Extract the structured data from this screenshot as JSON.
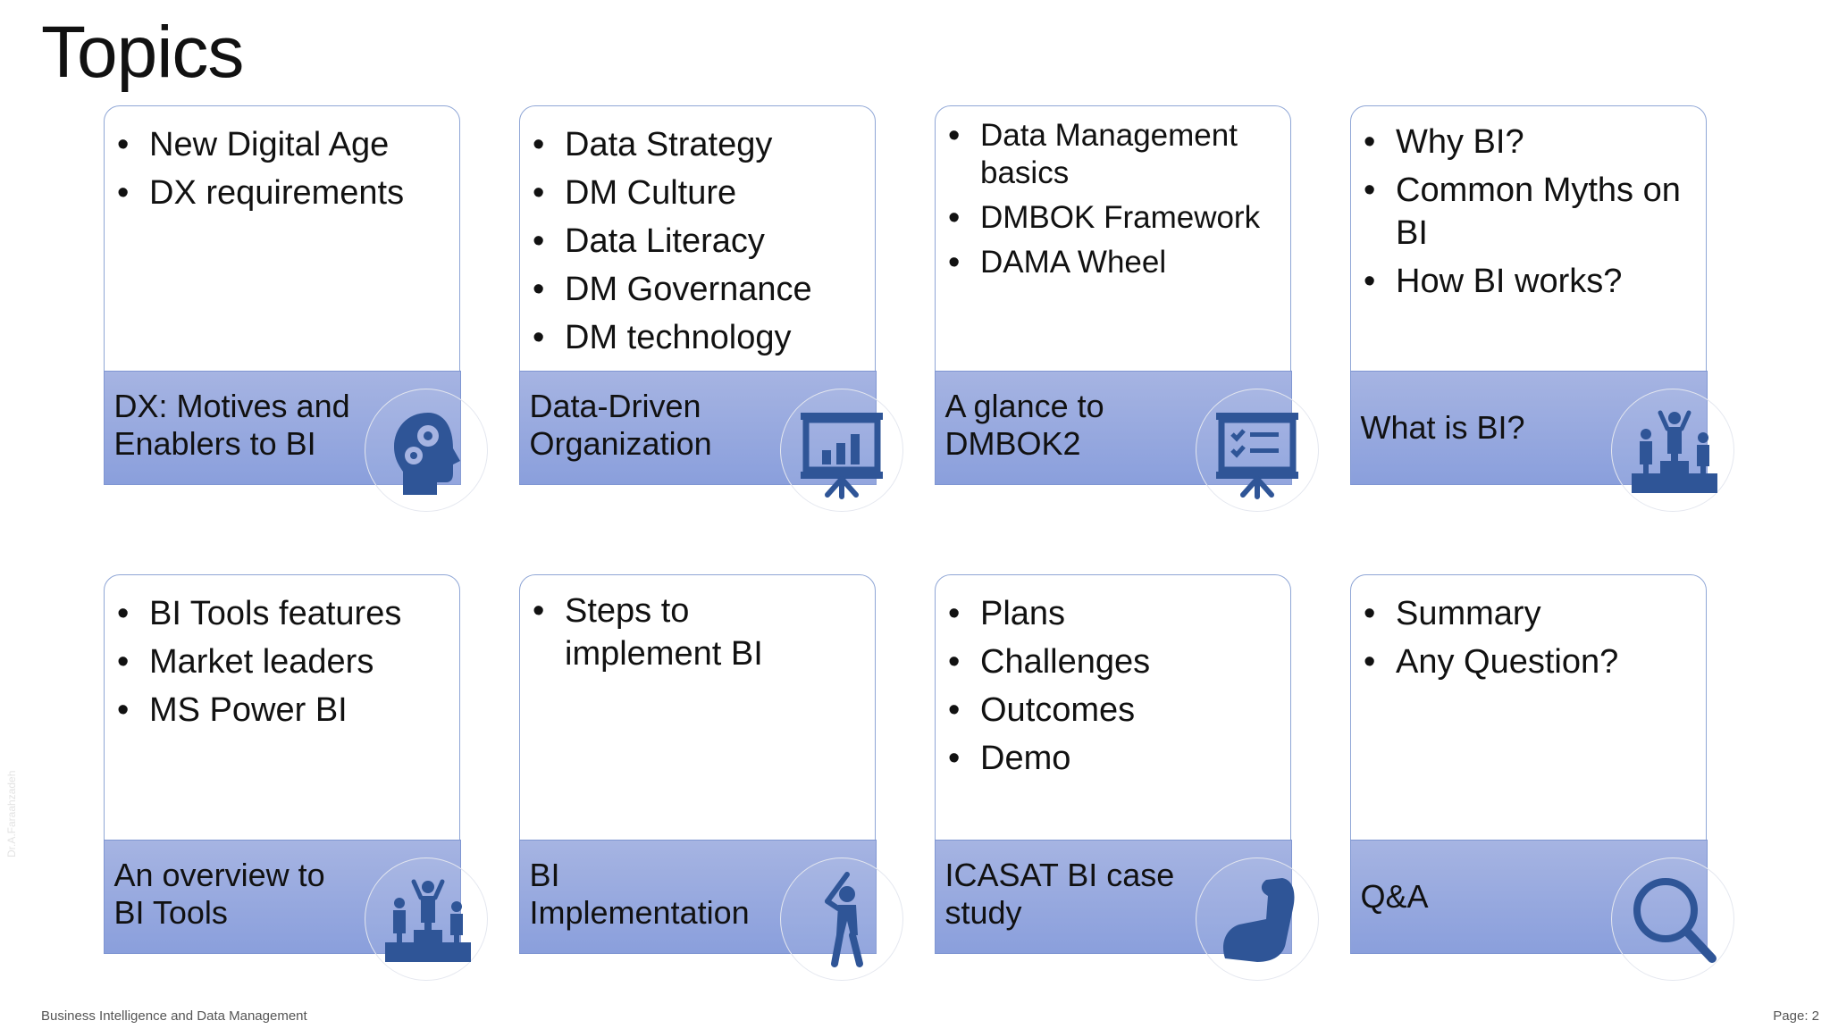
{
  "slide": {
    "title": "Topics",
    "footer_left": "Business Intelligence and Data Management",
    "footer_right": "Page: 2",
    "watermark": "Dr.A.Faraahzadeh"
  },
  "theme": {
    "accent": "#2f5597",
    "footer_band_top": "#a6b4e2",
    "footer_band_bottom": "#8a9fdc",
    "card_border": "#8fa6d6"
  },
  "cards": [
    {
      "topics": [
        "New Digital Age",
        "DX requirements"
      ],
      "label": "DX: Motives and\nEnablers to BI",
      "icon": "head-gears-icon"
    },
    {
      "topics": [
        "Data Strategy",
        "DM Culture",
        "Data Literacy",
        "DM Governance",
        "DM technology"
      ],
      "label": "Data-Driven\nOrganization",
      "icon": "presentation-chart-icon"
    },
    {
      "topics": [
        "Data Management basics",
        "DMBOK Framework",
        "DAMA Wheel"
      ],
      "label": "A glance to\nDMBOK2",
      "icon": "presentation-checklist-icon"
    },
    {
      "topics": [
        "Why BI?",
        "Common Myths on BI",
        "How BI works?"
      ],
      "label": "What is BI?",
      "icon": "podium-people-icon"
    },
    {
      "topics": [
        "BI Tools features",
        "Market leaders",
        "MS Power BI"
      ],
      "label": "An overview to\nBI Tools",
      "icon": "podium-people-icon"
    },
    {
      "topics": [
        "Steps to implement BI"
      ],
      "label": "BI\nImplementation",
      "icon": "baseball-batter-icon"
    },
    {
      "topics": [
        "Plans",
        "Challenges",
        "Outcomes",
        "Demo"
      ],
      "label": "ICASAT BI case\nstudy",
      "icon": "flexed-arm-icon"
    },
    {
      "topics": [
        "Summary",
        "Any Question?"
      ],
      "label": "Q&A",
      "icon": "magnifier-icon"
    }
  ]
}
